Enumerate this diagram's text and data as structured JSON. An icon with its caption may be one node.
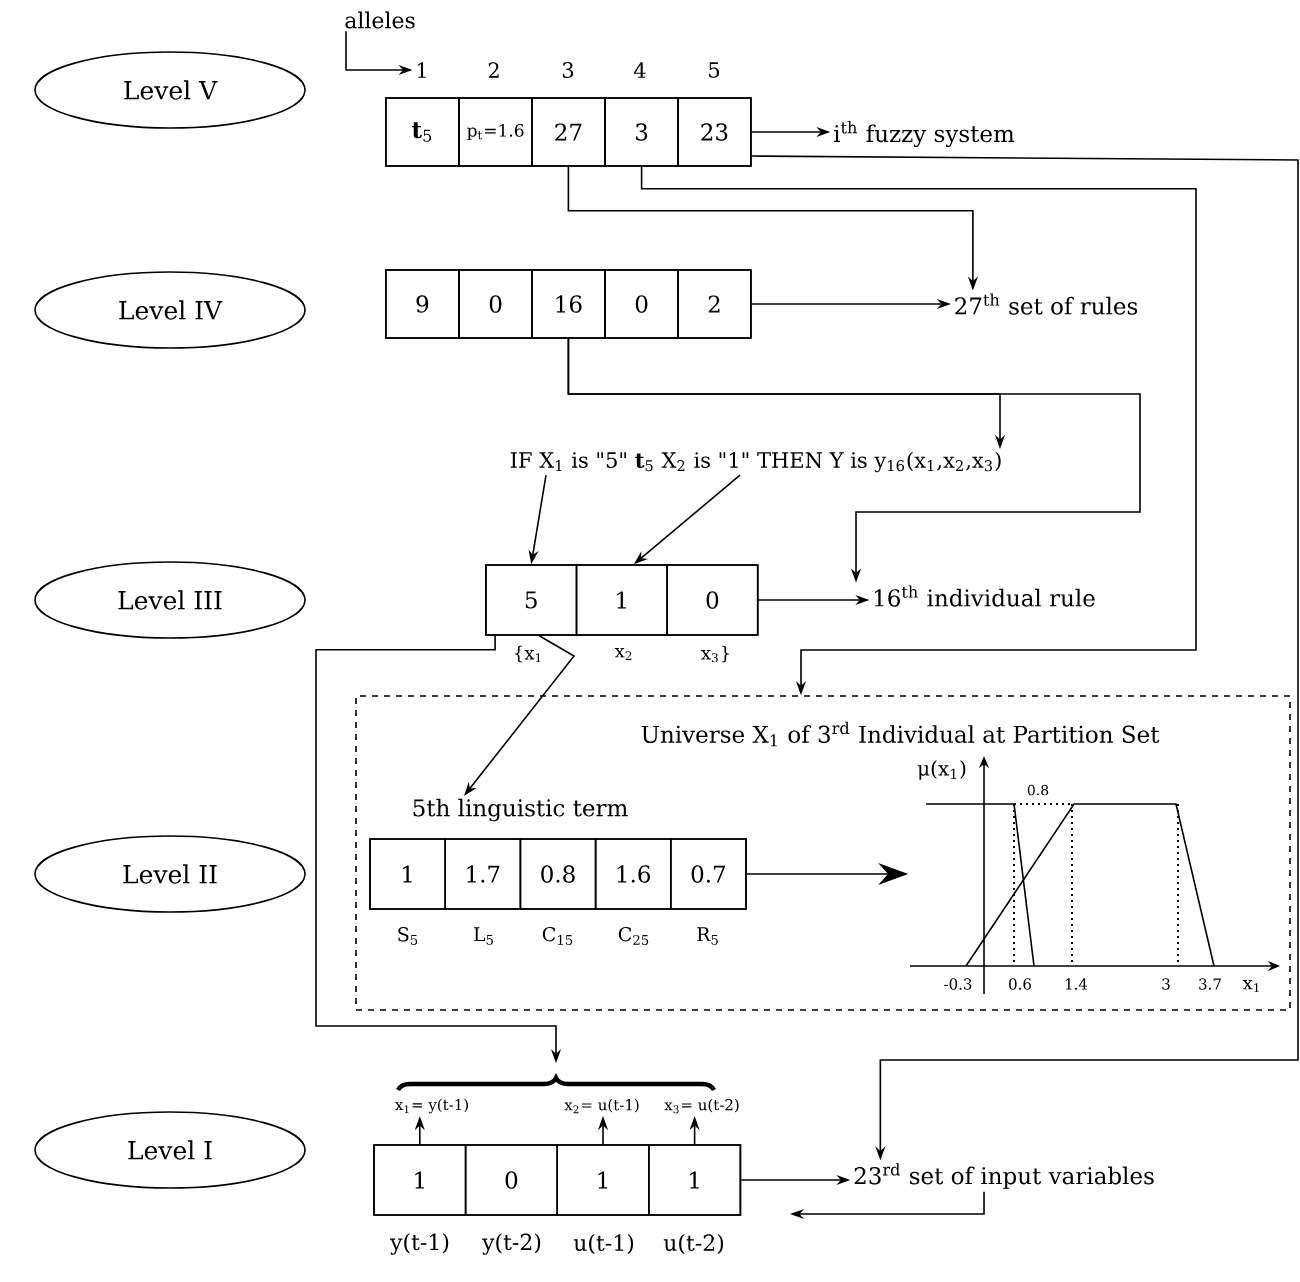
{
  "diagram": {
    "nodes": [
      {
        "text": [
          "Level V"
        ]
      },
      {
        "text": [
          "Level IV"
        ]
      },
      {
        "text": [
          "Level III"
        ]
      },
      {
        "text": [
          "Level II"
        ]
      },
      {
        "text": [
          "Level I"
        ]
      },
      {
        "text": [
          "alleles"
        ]
      },
      {
        "text": [],
        "shape": "box"
      },
      {
        "text": [
          "**t**$_{5}$"
        ],
        "in": 6
      },
      {
        "text": [
          "p$_{t}$=1.6"
        ],
        "in": 6
      },
      {
        "text": [
          "27"
        ],
        "in": 6
      },
      {
        "text": [
          "3"
        ],
        "in": 6
      },
      {
        "text": [
          "23"
        ],
        "in": 6
      },
      {
        "text": [
          "i$^{th}$ fuzzy system"
        ]
      },
      {
        "text": [],
        "shape": "box"
      },
      {
        "text": [
          "9"
        ],
        "in": 13
      },
      {
        "text": [
          "0"
        ],
        "in": 13
      },
      {
        "text": [
          "16"
        ],
        "in": 13
      },
      {
        "text": [
          "0"
        ],
        "in": 13
      },
      {
        "text": [
          "2"
        ],
        "in": 13
      },
      {
        "text": [
          "27$^{th}$ set of rules"
        ]
      },
      {
        "text": [
          "IF X$_{1}$ is \"5\" **t**$_{5}$ X$_{2}$ is \"1\" THEN Y is y$_{16}$(x$_{1}$,x$_{2}$,x$_{3}$)"
        ]
      },
      {
        "text": [],
        "shape": "box"
      },
      {
        "text": [
          "5"
        ],
        "in": 21
      },
      {
        "text": [
          "1"
        ],
        "in": 21
      },
      {
        "text": [
          "0"
        ],
        "in": 21
      },
      {
        "text": [
          "16$^{th}$ individual rule"
        ]
      },
      {
        "text": [
          "Universe X$_{1}$ of 3$^{rd}$ Individual at Partition Set"
        ]
      },
      {
        "text": [
          "5th linguistic term"
        ],
        "in": 26
      },
      {
        "text": [],
        "shape": "box",
        "in": 26
      },
      {
        "text": [
          "1"
        ],
        "in": 28
      },
      {
        "text": [
          "1.7"
        ],
        "in": 28
      },
      {
        "text": [
          "0.8"
        ],
        "in": 28
      },
      {
        "text": [
          "1.6"
        ],
        "in": 28
      },
      {
        "text": [
          "0.7"
        ],
        "in": 28
      },
      {
        "text": [],
        "shape": "picture",
        "in": 26
      },
      {
        "text": [],
        "shape": "brace"
      },
      {
        "text": [
          "x$_{1}$= y(t-1)"
        ]
      },
      {
        "text": [
          "x$_{2}$= u(t-1)"
        ]
      },
      {
        "text": [
          "x$_{3}$= u(t-2)"
        ]
      },
      {
        "text": [],
        "shape": "box"
      },
      {
        "text": [
          "1"
        ],
        "in": 39
      },
      {
        "text": [
          "0"
        ],
        "in": 39
      },
      {
        "text": [
          "1"
        ],
        "in": 39
      },
      {
        "text": [
          "1"
        ],
        "in": 39
      },
      {
        "text": [
          "23$^{rd}$ set of input variables"
        ]
      },
      {
        "text": [
          "1"
        ]
      }
    ],
    "edges": [
      {
        "from": 5,
        "to": 45,
        "arrow": "to"
      },
      {
        "from": 6,
        "to": 12,
        "arrow": "to"
      },
      {
        "from": 9,
        "to": 19,
        "arrow": "to"
      },
      {
        "from": 10,
        "to": 26,
        "arrow": "to"
      },
      {
        "from": 11,
        "to": 44,
        "arrow": "to"
      },
      {
        "from": 13,
        "to": 19,
        "arrow": "to"
      },
      {
        "from": 16,
        "to": 20,
        "arrow": "to"
      },
      {
        "from": 16,
        "to": 25,
        "arrow": "to"
      },
      {
        "from": 20,
        "to": 22,
        "arrow": "to"
      },
      {
        "from": 20,
        "to": 23,
        "arrow": "to"
      },
      {
        "from": 21,
        "to": 25,
        "arrow": "to"
      },
      {
        "from": 22,
        "to": 27,
        "arrow": "to"
      },
      {
        "from": 28,
        "to": 34,
        "arrow": "to"
      },
      {
        "from": 22,
        "to": 35,
        "arrow": "to"
      },
      {
        "from": 40,
        "to": 36,
        "arrow": "to"
      },
      {
        "from": 42,
        "to": 37,
        "arrow": "to"
      },
      {
        "from": 43,
        "to": 38,
        "arrow": "to"
      },
      {
        "from": 39,
        "to": 44,
        "arrow": "to"
      },
      {
        "from": 44,
        "to": null,
        "arrow": "to"
      }
    ],
    "labels": [
      "2",
      "3",
      "4",
      "5",
      "{x$_{1}$",
      "x$_{2}$",
      "x$_{3}$}",
      "μ(x$_{1}$)",
      "0.8",
      "S$_{5}$",
      "L$_{5}$",
      "C$_{15}$",
      "C$_{25}$",
      "R$_{5}$",
      "-0.3",
      "0.6",
      "1.4",
      "3",
      "3.7",
      "x$_{1}$",
      "y(t-1)",
      "y(t-2)",
      "u(t-1)",
      "u(t-2)"
    ]
  }
}
